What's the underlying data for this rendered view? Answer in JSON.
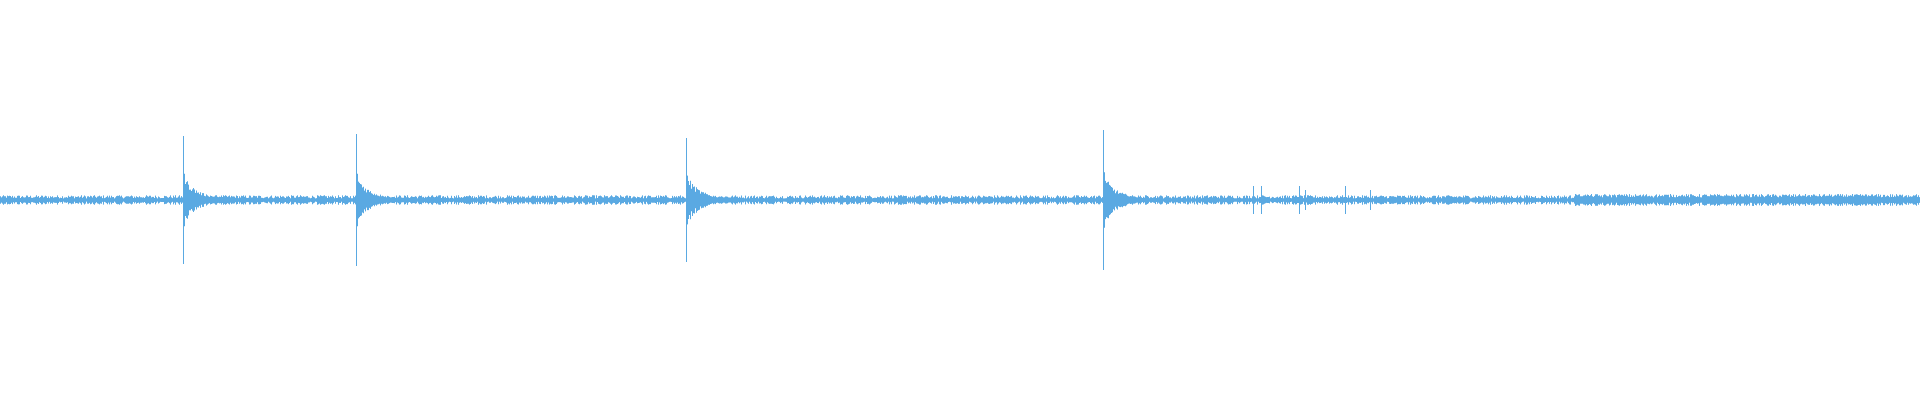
{
  "waveform": {
    "color": "#5aa9e2",
    "background": "#ffffff",
    "noise_floor": 0.02,
    "transients": [
      {
        "time_fraction": 0.0955,
        "peak_up": 0.31,
        "peak_down": 0.32,
        "decay": "slow"
      },
      {
        "time_fraction": 0.1855,
        "peak_up": 0.33,
        "peak_down": 0.33,
        "decay": "slow"
      },
      {
        "time_fraction": 0.3575,
        "peak_up": 0.31,
        "peak_down": 0.31,
        "decay": "slow"
      },
      {
        "time_fraction": 0.5745,
        "peak_up": 0.35,
        "peak_down": 0.35,
        "decay": "slow"
      }
    ],
    "small_events": [
      {
        "time_fraction": 0.6525,
        "amplitude": 0.07
      },
      {
        "time_fraction": 0.657,
        "amplitude": 0.07
      },
      {
        "time_fraction": 0.6765,
        "amplitude": 0.07
      },
      {
        "time_fraction": 0.6795,
        "amplitude": 0.05
      },
      {
        "time_fraction": 0.7005,
        "amplitude": 0.07
      },
      {
        "time_fraction": 0.7135,
        "amplitude": 0.05
      },
      {
        "time_fraction": 0.8205,
        "amplitude": 0.03
      },
      {
        "time_fraction": 0.87,
        "amplitude": 0.02
      },
      {
        "time_fraction": 0.928,
        "amplitude": 0.02
      }
    ]
  }
}
